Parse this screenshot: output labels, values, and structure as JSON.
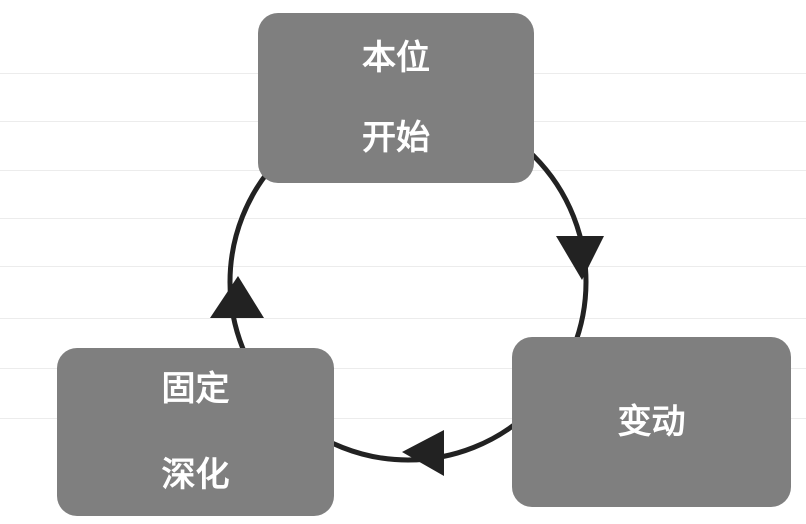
{
  "nodes": {
    "top": {
      "line1": "本位",
      "line2": "开始"
    },
    "right": {
      "line1": "变动"
    },
    "left": {
      "line1": "固定",
      "line2": "深化"
    }
  },
  "colors": {
    "box_fill": "#7f7f7f",
    "box_text": "#ffffff",
    "cycle_stroke": "#222222",
    "background": "#ffffff"
  },
  "arrow_direction": "clockwise"
}
